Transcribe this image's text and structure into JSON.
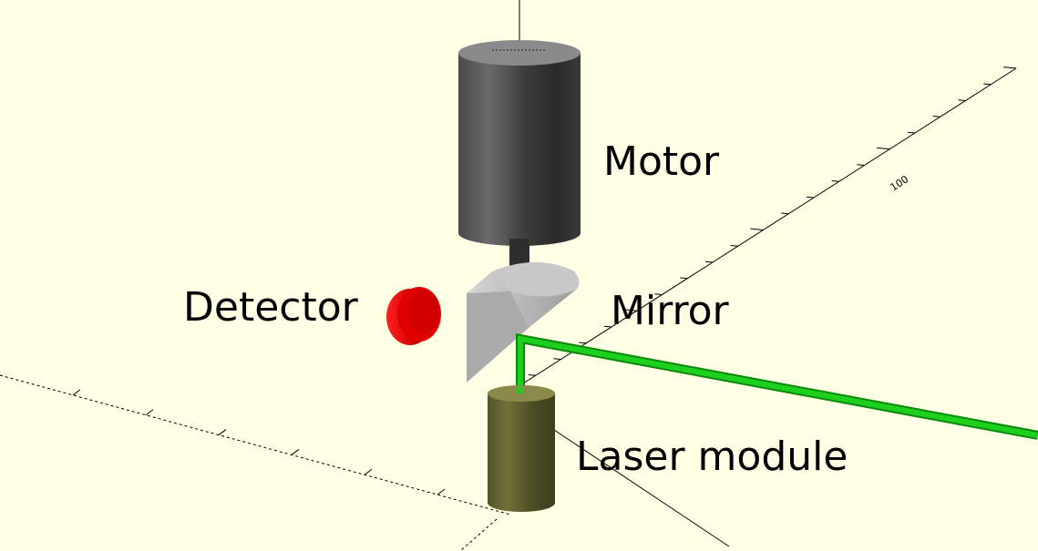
{
  "labels": {
    "motor": "Motor",
    "mirror": "Mirror",
    "detector": "Detector",
    "laser": "Laser module",
    "axis_tick": "100"
  },
  "colors": {
    "background": "#ffffe5",
    "motor_body": "#5a5a5a",
    "shaft": "#2e2e2e",
    "mirror": "#b8b8b8",
    "detector": "#e00000",
    "laser_body": "#5c5c2c",
    "beam": "#1ed01e"
  }
}
